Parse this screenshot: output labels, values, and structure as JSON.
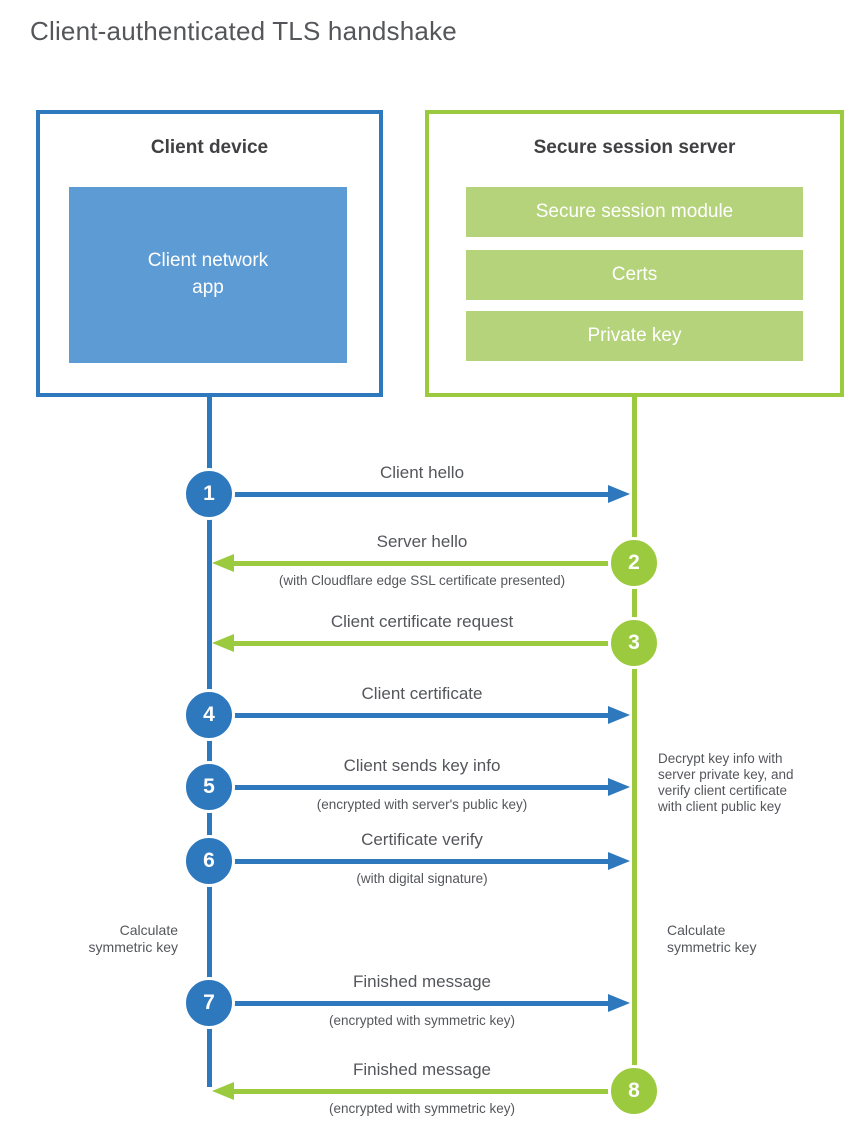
{
  "title": "Client-authenticated TLS handshake",
  "colors": {
    "blue": "#2E78BE",
    "blue_light": "#5C9BD3",
    "green": "#9BCA3E",
    "green_light": "#B5D37A",
    "text_dark": "#414042",
    "text_gray": "#54565B"
  },
  "client_box": {
    "title": "Client device",
    "module": "Client network\napp"
  },
  "server_box": {
    "title": "Secure session server",
    "modules": [
      "Secure session module",
      "Certs",
      "Private key"
    ]
  },
  "steps": [
    {
      "num": "1",
      "from": "client",
      "label": "Client hello"
    },
    {
      "num": "2",
      "from": "server",
      "label": "Server hello",
      "sub": "(with Cloudflare edge SSL certificate presented)"
    },
    {
      "num": "3",
      "from": "server",
      "label": "Client certificate request"
    },
    {
      "num": "4",
      "from": "client",
      "label": "Client certificate"
    },
    {
      "num": "5",
      "from": "client",
      "label": "Client sends key info",
      "sub": "(encrypted with server's public key)"
    },
    {
      "num": "6",
      "from": "client",
      "label": "Certificate verify",
      "sub": "(with digital signature)"
    },
    {
      "num": "7",
      "from": "client",
      "label": "Finished message",
      "sub": "(encrypted with symmetric key)"
    },
    {
      "num": "8",
      "from": "server",
      "label": "Finished message",
      "sub": "(encrypted with symmetric key)"
    }
  ],
  "annotations": {
    "server_note": "Decrypt key info with\nserver private key, and\nverify client certificate\nwith client public key",
    "client_calc": "Calculate\nsymmetric key",
    "server_calc": "Calculate\nsymmetric key"
  }
}
